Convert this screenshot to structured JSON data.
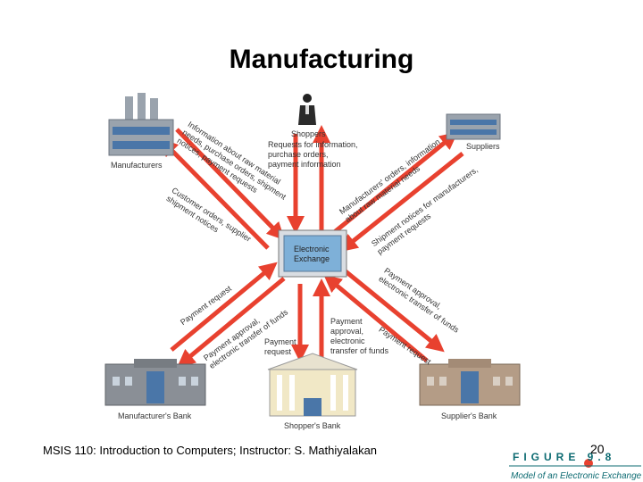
{
  "slide": {
    "title": "Manufacturing",
    "footer": "MSIS 110:  Introduction to Computers;  Instructor: S. Mathiyalakan",
    "page_number": "20",
    "figure_label": "FIGURE 9.8",
    "figure_caption": "Model of an Electronic Exchange"
  },
  "nodes": {
    "manufacturers": "Manufacturers",
    "shoppers": "Shoppers",
    "suppliers": "Suppliers",
    "exchange_line1": "Electronic",
    "exchange_line2": "Exchange",
    "manufacturers_bank": "Manufacturer's Bank",
    "shoppers_bank": "Shopper's Bank",
    "suppliers_bank": "Supplier's Bank"
  },
  "flows": {
    "shoppers_request_1": "Requests for information,",
    "shoppers_request_2": "purchase orders,",
    "shoppers_request_3": "payment information",
    "mfr_out_1": "Information about raw material",
    "mfr_out_2": "needs, purchase orders, shipment",
    "mfr_out_3": "notices, payment requests",
    "mfr_in_1": "Customer orders, supplier",
    "mfr_in_2": "shipment notices",
    "sup_in_1": "Manufacturers' orders, information",
    "sup_in_2": "about raw material needs",
    "sup_out_1": "Shipment notices for manufacturers,",
    "sup_out_2": "payment requests",
    "mbank_req": "Payment request",
    "mbank_appr_1": "Payment approval,",
    "mbank_appr_2": "electronic transfer of funds",
    "sbank_appr_1": "Payment",
    "sbank_appr_2": "approval,",
    "sbank_appr_3": "electronic",
    "sbank_appr_4": "transfer of funds",
    "sbank_req_1": "Payment",
    "sbank_req_2": "request",
    "supbank_appr_1": "Payment approval,",
    "supbank_appr_2": "electronic transfer of funds",
    "supbank_req": "Payment request"
  },
  "colors": {
    "arrow": "#e8412f",
    "figure_teal": "#0d6b72"
  }
}
